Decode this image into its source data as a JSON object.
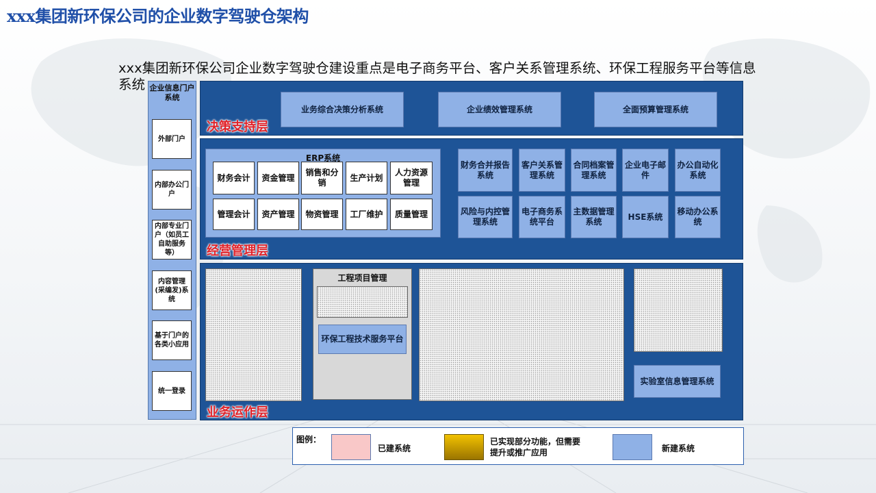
{
  "title": "xxx集团新环保公司的企业数字驾驶仓架构",
  "subtitle": "xxx集团新环保公司企业数字驾驶仓建设重点是电子商务平台、客户关系管理系统、环保工程服务平台等信息系统",
  "portal": {
    "title": "企业信息门户系统",
    "items": [
      "外部门户",
      "内部办公门户",
      "内部专业门户（如员工自助服务等）",
      "内容管理(采编发)系统",
      "基于门户的各类小应用",
      "统一登录"
    ]
  },
  "decision_layer": {
    "label": "决策支持层",
    "systems": [
      "业务综合决策分析系统",
      "企业绩效管理系统",
      "全面预算管理系统"
    ]
  },
  "operations_layer": {
    "label": "经营管理层",
    "erp": {
      "title": "ERP系统",
      "row1": [
        "财务会计",
        "资金管理",
        "销售和分销",
        "生产计划",
        "人力资源管理"
      ],
      "row2": [
        "管理会计",
        "资产管理",
        "物资管理",
        "工厂维护",
        "质量管理"
      ]
    },
    "systems_row1": [
      "财务合并报告系统",
      "客户关系管理系统",
      "合同档案管理系统",
      "企业电子邮件",
      "办公自动化系统"
    ],
    "systems_row2": [
      "风险与内控管理系统",
      "电子商务系统平台",
      "主数据管理系统",
      "HSE系统",
      "移动办公系统"
    ]
  },
  "business_layer": {
    "label": "业务运作层",
    "project_title": "工程项目管理",
    "env_platform": "环保工程技术服务平台",
    "lab_system": "实验室信息管理系统"
  },
  "legend": {
    "label": "图例：",
    "items": [
      {
        "text": "已建系统",
        "color": "#f9c8c8"
      },
      {
        "text": "已实现部分功能，但需要提升或推广应用",
        "color": "#d9a800"
      },
      {
        "text": "新建系统",
        "color": "#8fb1e6"
      }
    ]
  },
  "colors": {
    "band": "#1e5497",
    "box": "#8fb1e6",
    "layer_label": "#e0232a",
    "title": "#1f4fa8"
  }
}
